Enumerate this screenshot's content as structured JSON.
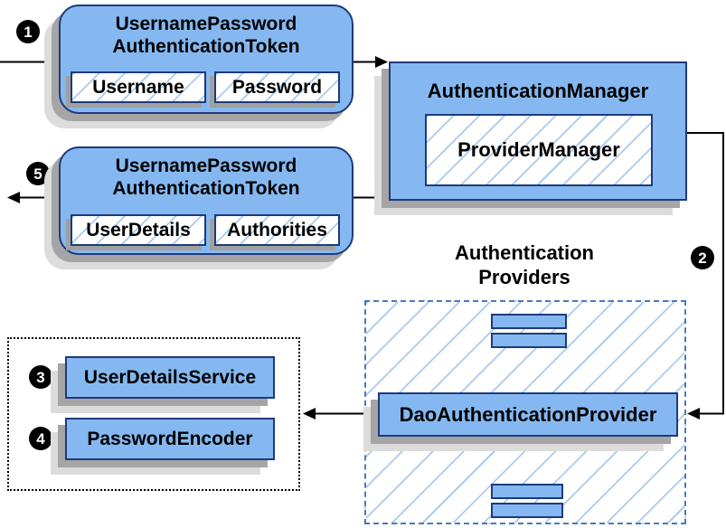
{
  "diagram": {
    "badges": [
      "1",
      "2",
      "3",
      "4",
      "5"
    ],
    "token_request": {
      "title_line1": "UsernamePassword",
      "title_line2": "AuthenticationToken",
      "fields": [
        "Username",
        "Password"
      ]
    },
    "authentication_manager": {
      "title": "AuthenticationManager",
      "provider_manager": "ProviderManager"
    },
    "token_response": {
      "title_line1": "UsernamePassword",
      "title_line2": "AuthenticationToken",
      "fields": [
        "UserDetails",
        "Authorities"
      ]
    },
    "authentication_providers": {
      "label_line1": "Authentication",
      "label_line2": "Providers",
      "dao_provider": "DaoAuthenticationProvider"
    },
    "services": {
      "user_details_service": "UserDetailsService",
      "password_encoder": "PasswordEncoder"
    },
    "colors": {
      "node_fill": "#85b8f0",
      "node_border": "#1d3a7d",
      "hatch_line": "#a9cbee",
      "dashed_border": "#4a7ab8",
      "dotted_border": "#000000",
      "shadow_dark": "#a5a5a5",
      "shadow_light": "#dcdcdc",
      "connector": "#000000",
      "badge_background": "#000000",
      "badge_text": "#ffffff"
    }
  }
}
